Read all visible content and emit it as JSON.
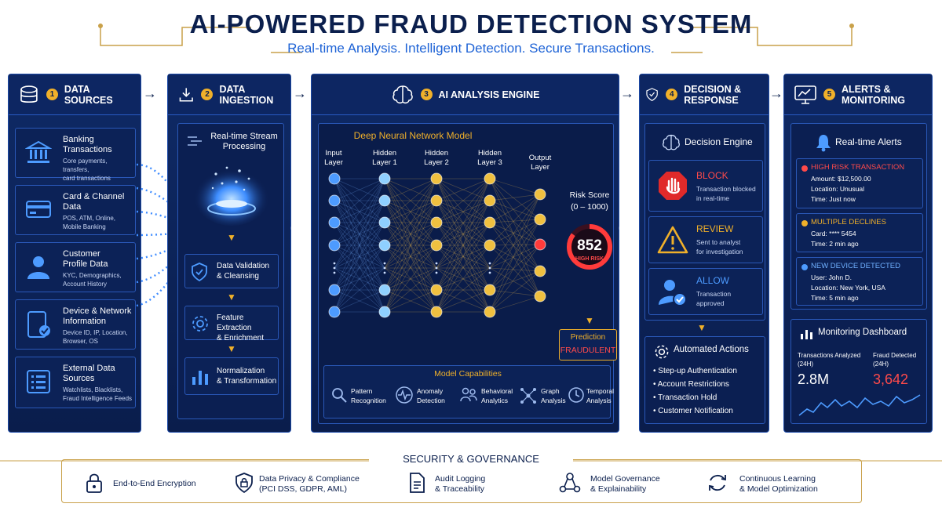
{
  "header": {
    "title": "AI-POWERED FRAUD DETECTION SYSTEM",
    "subtitle": "Real-time Analysis. Intelligent Detection. Secure Transactions."
  },
  "columns": {
    "data_sources": {
      "number": "1",
      "title": "DATA SOURCES",
      "items": [
        {
          "title": "Banking\nTransactions",
          "desc": "Core payments, transfers,\ncard transactions",
          "icon": "bank-icon"
        },
        {
          "title": "Card & Channel\nData",
          "desc": "POS, ATM, Online,\nMobile Banking",
          "icon": "credit-card-icon"
        },
        {
          "title": "Customer\nProfile Data",
          "desc": "KYC, Demographics,\nAccount History",
          "icon": "user-icon"
        },
        {
          "title": "Device & Network\nInformation",
          "desc": "Device ID, IP, Location,\nBrowser, OS",
          "icon": "device-icon"
        },
        {
          "title": "External Data\nSources",
          "desc": "Watchlists, Blacklists,\nFraud Intelligence Feeds",
          "icon": "list-icon"
        }
      ]
    },
    "data_ingestion": {
      "number": "2",
      "title": "DATA INGESTION",
      "stream": "Real-time Stream\nProcessing",
      "steps": [
        {
          "label": "Data Validation\n& Cleansing",
          "icon": "shield-check-icon"
        },
        {
          "label": "Feature Extraction\n& Enrichment",
          "icon": "gear-icon"
        },
        {
          "label": "Normalization\n& Transformation",
          "icon": "bar-chart-icon"
        }
      ]
    },
    "ai_engine": {
      "number": "3",
      "title": "AI ANALYSIS ENGINE",
      "model_title": "Deep Neural Network Model",
      "layers": [
        "Input\nLayer",
        "Hidden\nLayer 1",
        "Hidden\nLayer 2",
        "Hidden\nLayer 3",
        "Output\nLayer"
      ],
      "risk_label": "Risk Score\n(0 – 1000)",
      "risk_score": "852",
      "risk_level": "HIGH RISK",
      "risk_fraction": 0.852,
      "prediction_label": "Prediction",
      "prediction_value": "FRAUDULENT",
      "capabilities_title": "Model Capabilities",
      "capabilities": [
        {
          "label": "Pattern\nRecognition",
          "icon": "magnifier-icon"
        },
        {
          "label": "Anomaly\nDetection",
          "icon": "pulse-icon"
        },
        {
          "label": "Behavioral\nAnalytics",
          "icon": "people-icon"
        },
        {
          "label": "Graph\nAnalysis",
          "icon": "graph-icon"
        },
        {
          "label": "Temporal\nAnalysis",
          "icon": "clock-icon"
        }
      ]
    },
    "decision": {
      "number": "4",
      "title": "DECISION & RESPONSE",
      "engine_title": "Decision Engine",
      "decisions": [
        {
          "title": "BLOCK",
          "desc": "Transaction blocked\nin real-time",
          "icon": "stop-hand-icon",
          "color": "#ff4a4a"
        },
        {
          "title": "REVIEW",
          "desc": "Sent to analyst\nfor investigation",
          "icon": "warning-icon",
          "color": "#f0b02a"
        },
        {
          "title": "ALLOW",
          "desc": "Transaction\napproved",
          "icon": "user-check-icon",
          "color": "#4d9bff"
        }
      ],
      "actions_title": "Automated Actions",
      "actions": [
        "Step-up Authentication",
        "Account Restrictions",
        "Transaction Hold",
        "Customer Notification"
      ]
    },
    "alerts": {
      "number": "5",
      "title": "ALERTS &\nMONITORING",
      "alerts_title": "Real-time Alerts",
      "alerts": [
        {
          "title": "HIGH RISK TRANSACTION",
          "lines": [
            "Amount: $12,500.00",
            "Location: Unusual",
            "Time: Just now"
          ],
          "color": "#ff4a4a"
        },
        {
          "title": "MULTIPLE DECLINES",
          "lines": [
            "Card: **** 5454",
            "Time: 2 min ago"
          ],
          "color": "#f0b02a"
        },
        {
          "title": "NEW DEVICE DETECTED",
          "lines": [
            "User: John D.",
            "Location: New York, USA",
            "Time: 5 min ago"
          ],
          "color": "#4d9bff"
        }
      ],
      "dashboard_title": "Monitoring Dashboard",
      "analyzed_label": "Transactions Analyzed\n(24H)",
      "analyzed_value": "2.8M",
      "fraud_label": "Fraud Detected\n(24H)",
      "fraud_value": "3,642"
    }
  },
  "governance": {
    "title": "SECURITY & GOVERNANCE",
    "items": [
      {
        "label": "End-to-End Encryption",
        "icon": "lock-icon"
      },
      {
        "label": "Data Privacy & Compliance\n(PCI DSS, GDPR, AML)",
        "icon": "shield-lock-icon"
      },
      {
        "label": "Audit Logging\n& Traceability",
        "icon": "document-icon"
      },
      {
        "label": "Model Governance\n& Explainability",
        "icon": "network-icon"
      },
      {
        "label": "Continuous Learning\n& Model Optimization",
        "icon": "refresh-icon"
      }
    ]
  },
  "colors": {
    "navy": "#0b1f4d",
    "gold": "#f0b02a",
    "blue": "#1e63d6",
    "red": "#ff4a4a"
  }
}
